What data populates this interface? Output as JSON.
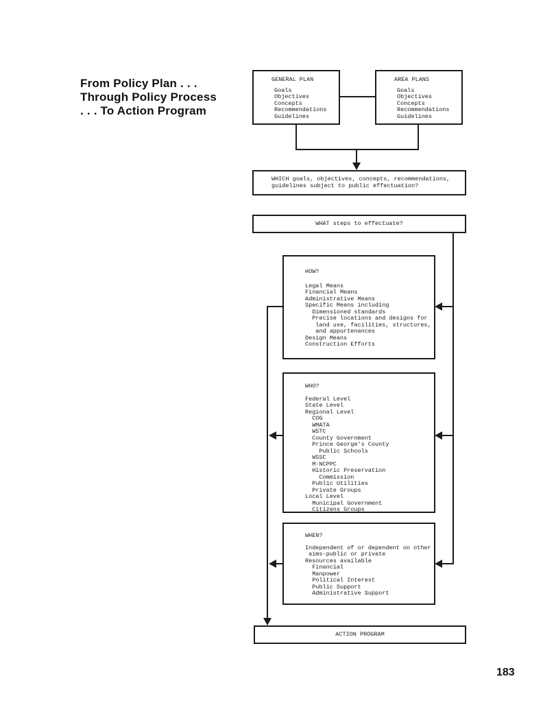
{
  "page": {
    "heading_lines": [
      "From Policy Plan . . .",
      "Through Policy Process",
      ". . . To Action Program"
    ],
    "page_number": "183"
  },
  "diagram": {
    "general_plan": {
      "title": "GENERAL PLAN",
      "items": [
        "Goals",
        "Objectives",
        "Concepts",
        "Recommendations",
        "Guidelines"
      ]
    },
    "area_plans": {
      "title": "AREA PLANS",
      "items": [
        "Goals",
        "Objectives",
        "Concepts",
        "Recommendations",
        "Guidelines"
      ]
    },
    "which_box": {
      "lines": [
        "WHICH goals, objectives, concepts, recommendations,",
        "guidelines subject to public effectuation?"
      ]
    },
    "what_box": {
      "label": "WHAT steps to effectuate?"
    },
    "how_box": {
      "title": "HOW?",
      "items": [
        "Legal Means",
        "Financial Means",
        "Administrative Means",
        "Specific Means including",
        "  Dimensioned standards",
        "  Precise locations and designs for",
        "   land use, facilities, structures,",
        "   and appurtenances",
        "Design Means",
        "Construction Efforts"
      ]
    },
    "who_box": {
      "title": "WHO?",
      "items": [
        "Federal Level",
        "State Level",
        "Regional Level",
        "  COG",
        "  WMATA",
        "  WSTC",
        "  County Government",
        "  Prince George's County",
        "    Public Schools",
        "  WSSC",
        "  M-NCPPC",
        "  Historic Preservation",
        "    Commission",
        "  Public Utilities",
        "  Private Groups",
        "Local Level",
        "  Municipal Government",
        "  Citizens Groups"
      ]
    },
    "when_box": {
      "title": "WHEN?",
      "items": [
        "Independent of or dependent on other",
        " aims-public or private",
        "Resources available",
        "  Financial",
        "  Manpower",
        "  Political Interest",
        "  Public Support",
        "  Administrative Support"
      ]
    },
    "action_box": {
      "label": "ACTION PROGRAM"
    },
    "colors": {
      "ink": "#1b1b1b",
      "paper": "#ffffff"
    }
  }
}
